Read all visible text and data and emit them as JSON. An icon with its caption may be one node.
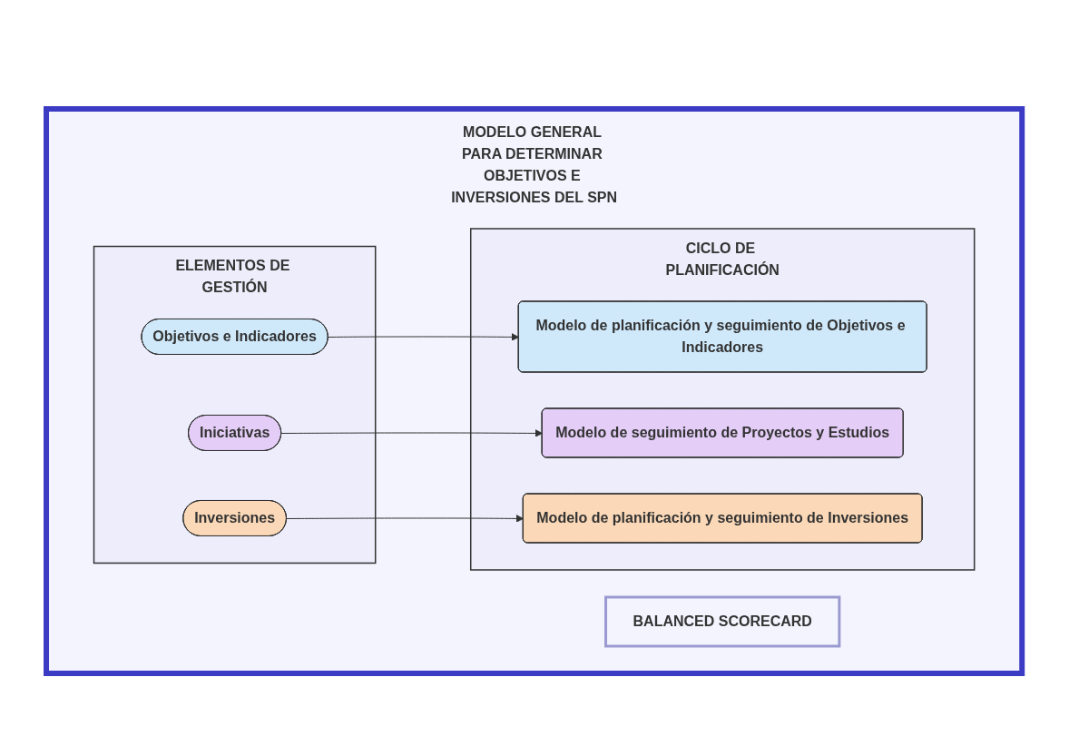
{
  "diagram": {
    "nodes": [
      {
        "text": [
          "MODELO GENERAL PARA DETERMINAR OBJETIVOS E INVERSIONES DEL SPN"
        ]
      },
      {
        "text": [
          "ELEMENTOS DE GESTIÓN"
        ],
        "in": 0
      },
      {
        "text": [
          "Objetivos e Indicadores"
        ],
        "in": 1
      },
      {
        "text": [
          "Iniciativas"
        ],
        "in": 1
      },
      {
        "text": [
          "Inversiones"
        ],
        "in": 1
      },
      {
        "text": [
          "CICLO DE PLANIFICACIÓN"
        ],
        "in": 0
      },
      {
        "text": [
          "Modelo de planificación y seguimiento de Objetivos e Indicadores"
        ],
        "in": 5
      },
      {
        "text": [
          "Modelo de seguimiento de Proyectos y Estudios"
        ],
        "in": 5
      },
      {
        "text": [
          "Modelo de planificación y seguimiento de Inversiones"
        ],
        "in": 5
      },
      {
        "text": [
          "BALANCED SCORECARD"
        ],
        "in": 0
      }
    ],
    "edges": [
      {
        "from": 2,
        "to": 6,
        "arrow": "to"
      },
      {
        "from": 3,
        "to": 7,
        "arrow": "to"
      },
      {
        "from": 4,
        "to": 8,
        "arrow": "to"
      }
    ]
  }
}
